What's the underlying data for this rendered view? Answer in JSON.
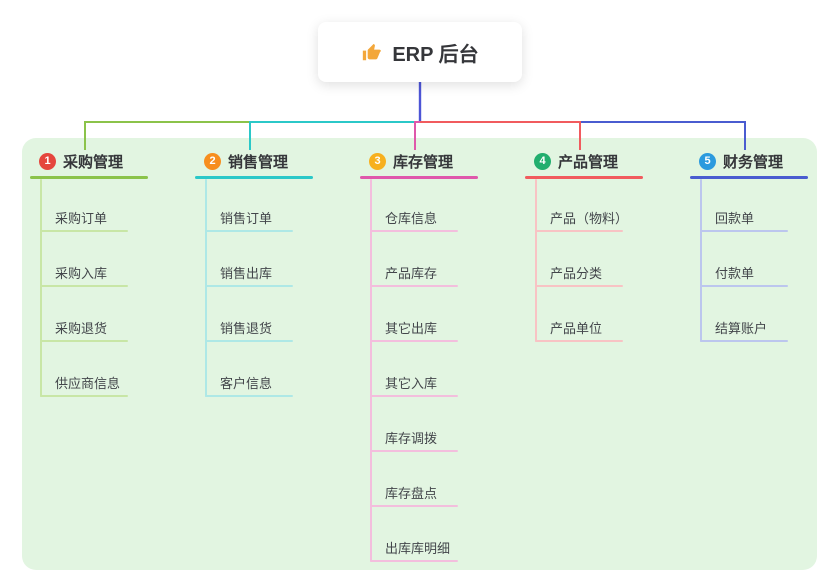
{
  "root": {
    "label": "ERP 后台",
    "icon": "thumbs-up-icon",
    "icon_color": "#f3a73a"
  },
  "canvas": {
    "background": "#ffffff",
    "panel_background": "#e2f5e1"
  },
  "trunk_color": "#4d55d6",
  "branches": [
    {
      "badge": "1",
      "badge_color": "#e5463d",
      "label": "采购管理",
      "line_color": "#8bc34a",
      "light_color": "#c8e6a6",
      "children": [
        "采购订单",
        "采购入库",
        "采购退货",
        "供应商信息"
      ]
    },
    {
      "badge": "2",
      "badge_color": "#f78e1e",
      "label": "销售管理",
      "line_color": "#2bc8c8",
      "light_color": "#aee8e6",
      "children": [
        "销售订单",
        "销售出库",
        "销售退货",
        "客户信息"
      ]
    },
    {
      "badge": "3",
      "badge_color": "#f7b01e",
      "label": "库存管理",
      "line_color": "#df58ab",
      "light_color": "#f3bedd",
      "children": [
        "仓库信息",
        "产品库存",
        "其它出库",
        "其它入库",
        "库存调拨",
        "库存盘点",
        "出库库明细"
      ]
    },
    {
      "badge": "4",
      "badge_color": "#22ae6e",
      "label": "产品管理",
      "line_color": "#f15b5e",
      "light_color": "#f8c3c4",
      "children": [
        "产品（物料）",
        "产品分类",
        "产品单位"
      ]
    },
    {
      "badge": "5",
      "badge_color": "#2b9ade",
      "label": "财务管理",
      "line_color": "#4a5cd0",
      "light_color": "#bcc6ee",
      "children": [
        "回款单",
        "付款单",
        "结算账户"
      ]
    }
  ]
}
